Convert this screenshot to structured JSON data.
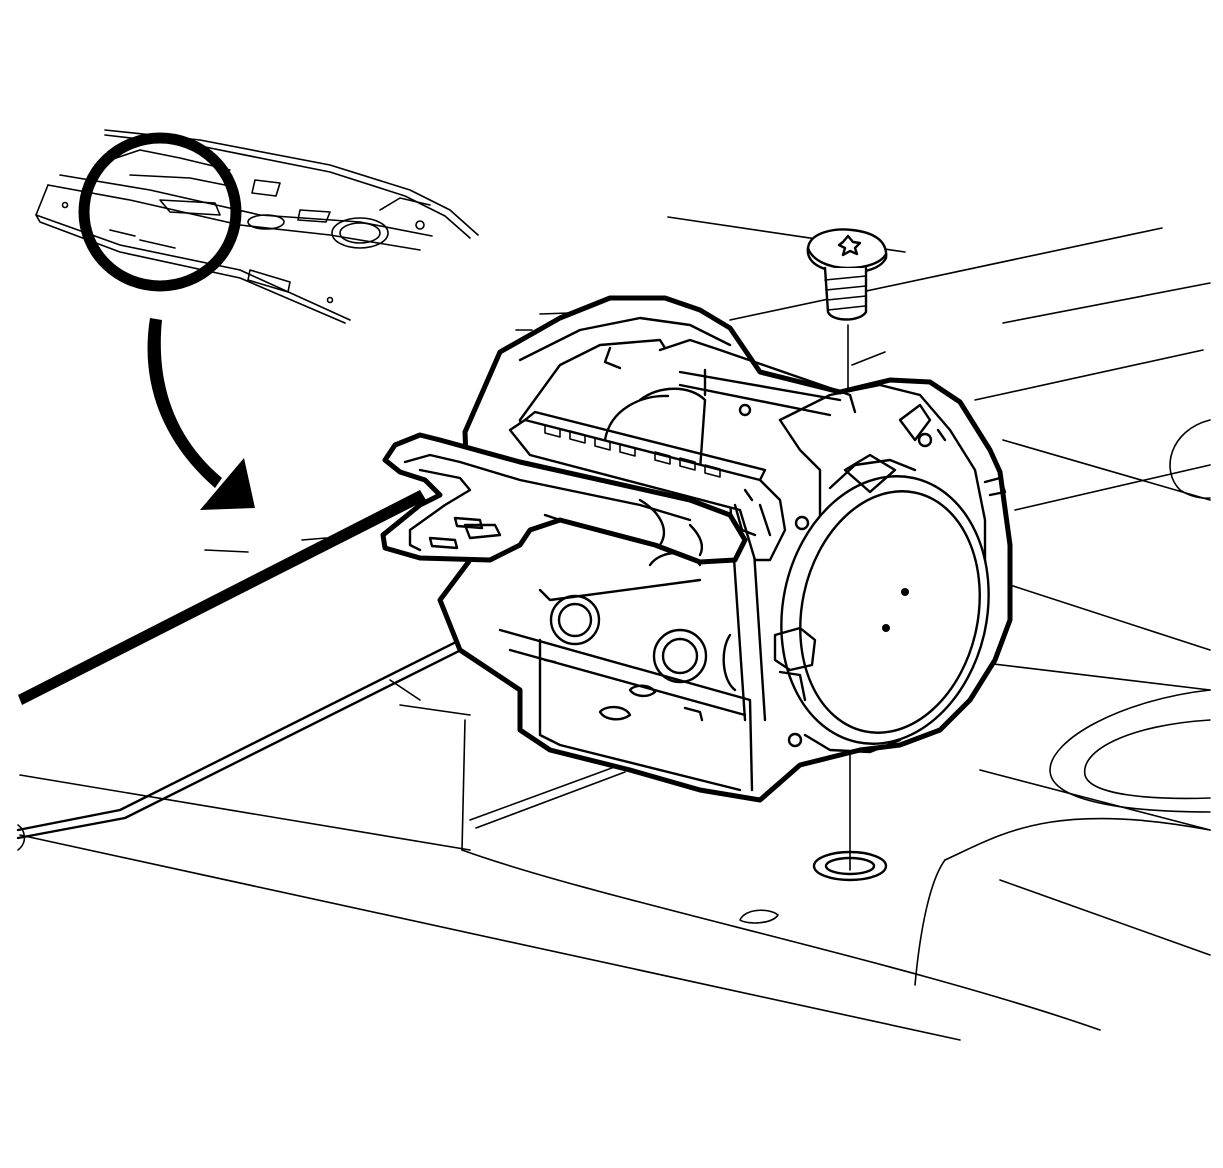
{
  "diagram": {
    "kind": "technical-line-illustration",
    "colors": {
      "line": "#000000",
      "background": "#ffffff"
    },
    "parts": [
      {
        "id": "rear-compartment-panel-overview",
        "icon": "vehicle-panel-locator-icon"
      },
      {
        "id": "location-circle",
        "icon": "locator-circle-icon"
      },
      {
        "id": "direction-arrow",
        "icon": "curved-arrow-icon"
      },
      {
        "id": "seat-belt-retractor",
        "icon": "retractor-icon"
      },
      {
        "id": "retractor-bolt",
        "icon": "torx-bolt-icon"
      },
      {
        "id": "bolt-hole",
        "icon": "mounting-hole-icon"
      },
      {
        "id": "seat-belt-webbing",
        "icon": "webbing-strap-icon"
      },
      {
        "id": "mounting-bracket",
        "icon": "bracket-icon"
      }
    ]
  }
}
